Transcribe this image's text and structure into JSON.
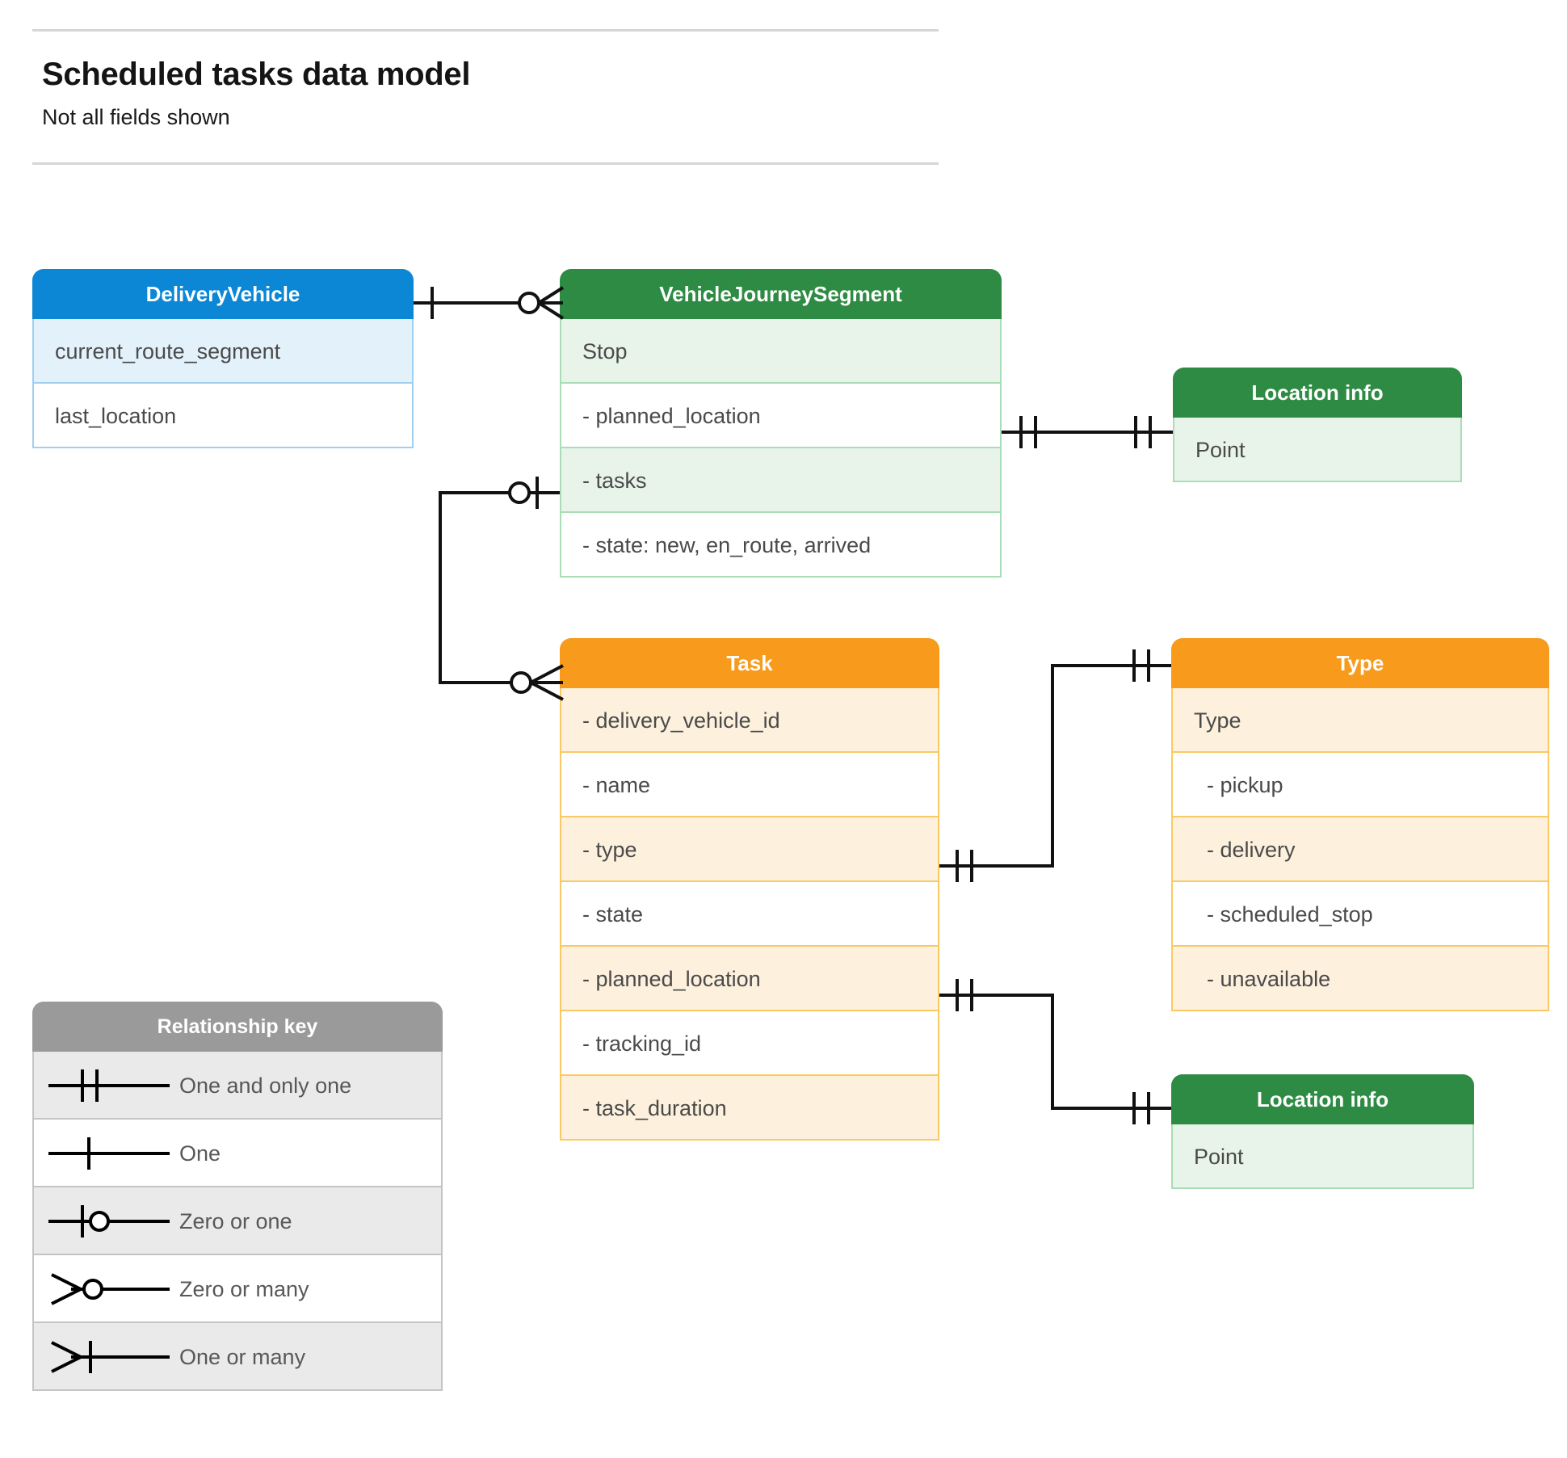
{
  "header": {
    "title": "Scheduled tasks data model",
    "subtitle": "Not all fields shown"
  },
  "entities": {
    "delivery_vehicle": {
      "title": "DeliveryVehicle",
      "color": "#0b87d6",
      "rows": [
        {
          "label": "current_route_segment"
        },
        {
          "label": "last_location"
        }
      ]
    },
    "vehicle_journey_segment": {
      "title": "VehicleJourneySegment",
      "color": "#2e8b43",
      "rows": [
        {
          "label": "Stop"
        },
        {
          "label": "-  planned_location"
        },
        {
          "label": "- tasks"
        },
        {
          "label": "- state: new, en_route, arrived"
        }
      ]
    },
    "location_info_top": {
      "title": "Location info",
      "color": "#2e8b43",
      "rows": [
        {
          "label": "Point"
        }
      ]
    },
    "task": {
      "title": "Task",
      "color": "#f89a1c",
      "rows": [
        {
          "label": "- delivery_vehicle_id"
        },
        {
          "label": "- name"
        },
        {
          "label": "- type"
        },
        {
          "label": "- state"
        },
        {
          "label": "- planned_location"
        },
        {
          "label": "- tracking_id"
        },
        {
          "label": "- task_duration"
        }
      ]
    },
    "type": {
      "title": "Type",
      "color": "#f89a1c",
      "rows": [
        {
          "label": "Type"
        },
        {
          "label": "-  pickup"
        },
        {
          "label": "-  delivery"
        },
        {
          "label": "-  scheduled_stop"
        },
        {
          "label": "-  unavailable"
        }
      ]
    },
    "location_info_bottom": {
      "title": "Location info",
      "color": "#2e8b43",
      "rows": [
        {
          "label": "Point"
        }
      ]
    }
  },
  "legend": {
    "title": "Relationship key",
    "items": [
      {
        "symbol": "one-and-only-one",
        "label": "One and only one"
      },
      {
        "symbol": "one",
        "label": "One"
      },
      {
        "symbol": "zero-or-one",
        "label": "Zero or one"
      },
      {
        "symbol": "zero-or-many",
        "label": "Zero or many"
      },
      {
        "symbol": "one-or-many",
        "label": "One or many"
      }
    ]
  },
  "relationships": [
    {
      "from": "delivery_vehicle",
      "from_notation": "one",
      "to": "vehicle_journey_segment",
      "to_notation": "zero-or-many"
    },
    {
      "from": "vehicle_journey_segment",
      "from_notation": "one-and-only-one",
      "to": "location_info_top",
      "to_notation": "one-and-only-one"
    },
    {
      "from": "vehicle_journey_segment",
      "from_notation": "zero-or-one",
      "to": "task",
      "to_notation": "zero-or-many"
    },
    {
      "from": "task",
      "from_notation": "one-and-only-one",
      "to": "type",
      "to_notation": "one-and-only-one"
    },
    {
      "from": "task",
      "from_notation": "one-and-only-one",
      "to": "location_info_bottom",
      "to_notation": "one-and-only-one"
    }
  ]
}
